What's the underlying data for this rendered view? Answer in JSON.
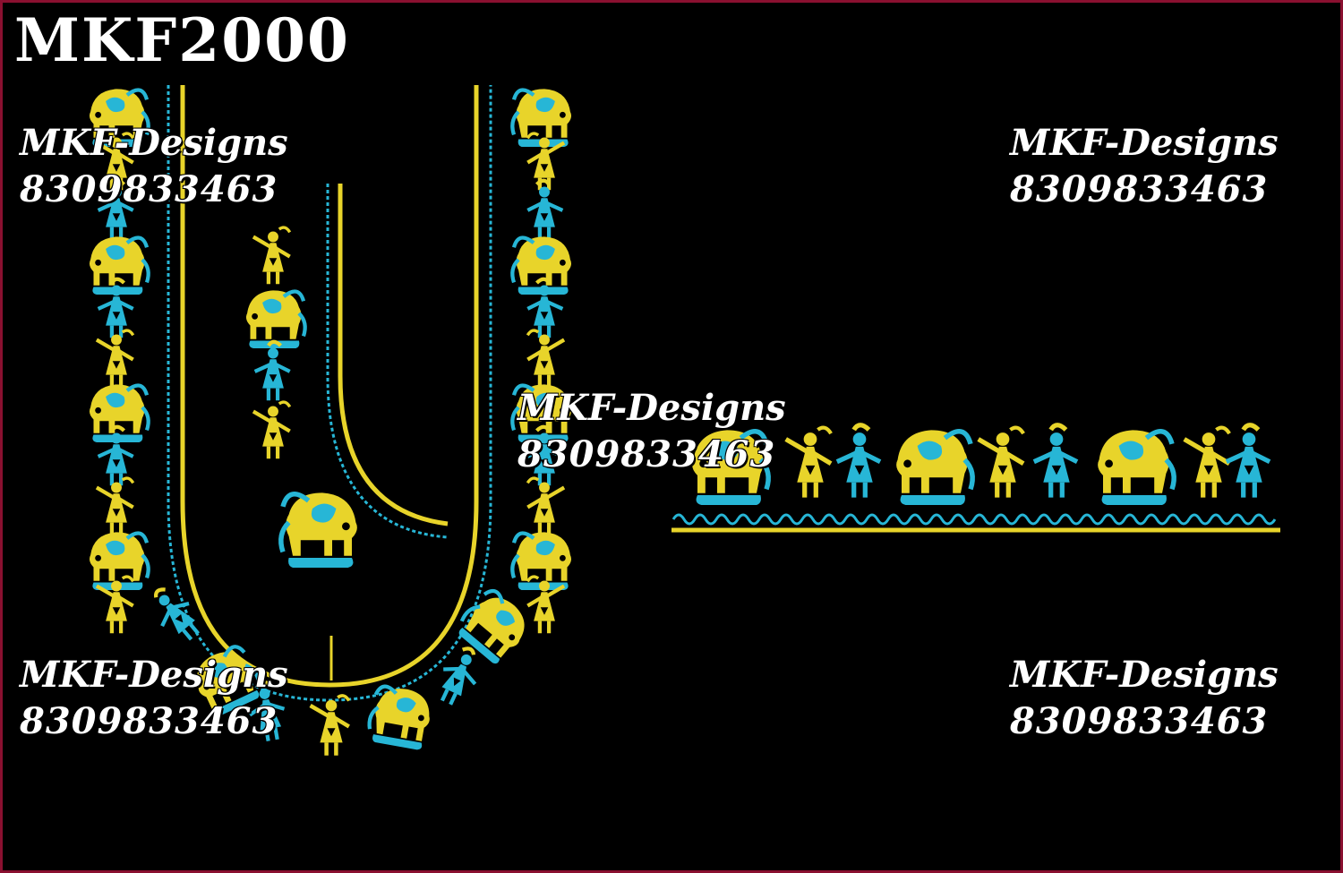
{
  "design_code": "MKF2000",
  "watermarks": [
    {
      "name": "MKF-Designs",
      "phone": "8309833463"
    },
    {
      "name": "MKF-Designs",
      "phone": "8309833463"
    },
    {
      "name": "MKF-Designs",
      "phone": "8309833463"
    },
    {
      "name": "MKF-Designs",
      "phone": "8309833463"
    },
    {
      "name": "MKF-Designs",
      "phone": "8309833463"
    }
  ],
  "colors": {
    "background": "#000000",
    "yellow": "#e8d42a",
    "cyan": "#27b6d6",
    "border": "#8a1030"
  },
  "motifs": [
    "elephant-motif",
    "dancer-motif"
  ]
}
